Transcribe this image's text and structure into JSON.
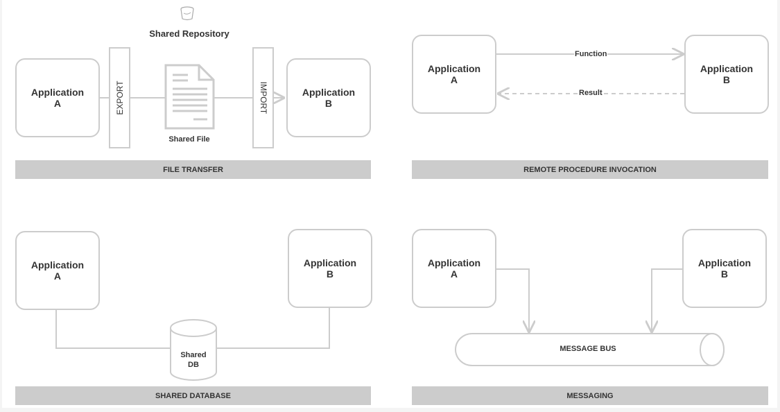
{
  "file_transfer": {
    "repository_label": "Shared Repository",
    "app_a": "Application\nA",
    "app_b": "Application\nB",
    "export_label": "EXPORT",
    "import_label": "IMPORT",
    "file_label": "Shared File",
    "section_title": "FILE TRANSFER"
  },
  "remote_procedure": {
    "app_a": "Application\nA",
    "app_b": "Application\nB",
    "function_label": "Function",
    "result_label": "Result",
    "section_title": "REMOTE PROCEDURE INVOCATION"
  },
  "shared_database": {
    "app_a": "Application\nA",
    "app_b": "Application\nB",
    "db_label": "Shared\nDB",
    "section_title": "SHARED DATABASE"
  },
  "messaging": {
    "app_a": "Application\nA",
    "app_b": "Application\nB",
    "bus_label": "MESSAGE BUS",
    "section_title": "MESSAGING"
  },
  "colors": {
    "stroke": "#cccccc",
    "bar": "#cccccc",
    "text": "#333333"
  },
  "icons": {
    "repository": "bucket-icon",
    "file": "document-icon"
  }
}
